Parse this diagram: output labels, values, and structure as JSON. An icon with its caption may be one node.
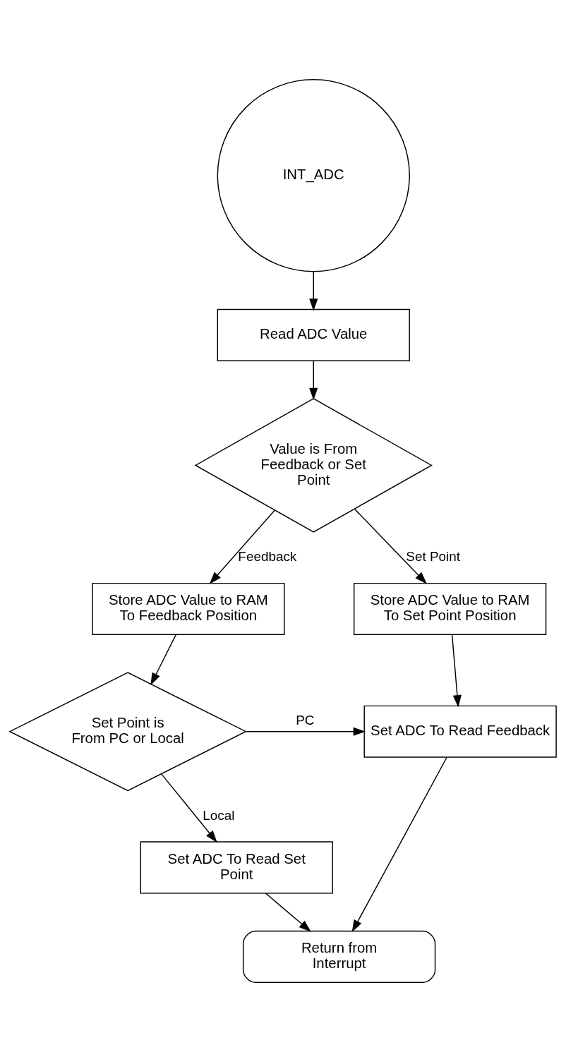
{
  "diagram": {
    "nodes": [
      {
        "text": [
          "INT_ADC"
        ]
      },
      {
        "text": [
          "Read ADC Value"
        ]
      },
      {
        "text": [
          "Value is From Feedback or Set Point"
        ]
      },
      {
        "text": [
          "Store ADC Value to RAM To Feedback Position"
        ]
      },
      {
        "text": [
          "Store ADC Value to RAM To Set Point Position"
        ]
      },
      {
        "text": [
          "Set Point is From PC or Local"
        ]
      },
      {
        "text": [
          "Set ADC To Read Feedback"
        ]
      },
      {
        "text": [
          "Set ADC To Read Set Point"
        ]
      },
      {
        "text": [
          "Return from Interrupt"
        ]
      }
    ],
    "edges": [
      {
        "from": 0,
        "to": 1,
        "arrow": "to"
      },
      {
        "from": 1,
        "to": 2,
        "arrow": "to"
      },
      {
        "from": 2,
        "to": 4,
        "arrow": "to",
        "label": "Set Point"
      },
      {
        "from": 2,
        "to": 3,
        "arrow": "to",
        "label": "Feedback"
      },
      {
        "from": 3,
        "to": 5,
        "arrow": "to"
      },
      {
        "from": 5,
        "to": 6,
        "arrow": "to",
        "label": "PC"
      },
      {
        "from": 4,
        "to": 6,
        "arrow": "to"
      },
      {
        "from": 5,
        "to": 7,
        "arrow": "to",
        "label": "Local"
      },
      {
        "from": 7,
        "to": 8,
        "arrow": "to"
      },
      {
        "from": 6,
        "to": 8,
        "arrow": "to"
      }
    ]
  }
}
